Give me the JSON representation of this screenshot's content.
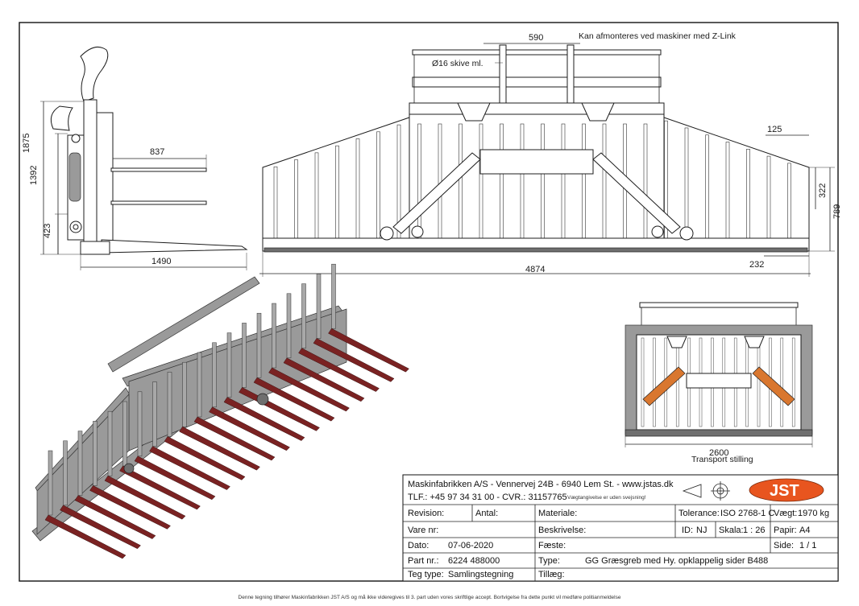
{
  "notes": {
    "z_link": "Kan afmonteres ved maskiner med Z-Link",
    "disc": "Ø16 skive ml.",
    "transport": "Transport stilling"
  },
  "dimensions": {
    "side_height": "1875",
    "side_frame": "1392",
    "side_low": "423",
    "tine_upper": "837",
    "tine_length": "1490",
    "top_width": "590",
    "end_width": "125",
    "end_height": "322",
    "total_height": "789",
    "bottom_offset": "232",
    "total_width": "4874",
    "transport_width": "2600"
  },
  "title_block": {
    "company": "Maskinfabrikken A/S - Vennervej 24B - 6940 Lem St. - www.jstas.dk",
    "phone": "TLF.: +45 97 34 31 00 - CVR.: 31157765",
    "weld_note": "Vægtangivelse er uden svejsning!",
    "logo": "JST",
    "revision_label": "Revision:",
    "antal_label": "Antal:",
    "materiale_label": "Materiale:",
    "tolerance_label": "Tolerance:",
    "tolerance_value": "ISO 2768-1 C",
    "weight_label": "Vægt:",
    "weight_value": "1970 kg",
    "varenr_label": "Vare nr:",
    "beskrivelse_label": "Beskrivelse:",
    "id_label": "ID:",
    "id_value": "NJ",
    "scale_label": "Skala:",
    "scale_value": "1 : 26",
    "paper_label": "Papir:",
    "paper_value": "A4",
    "date_label": "Dato:",
    "date_value": "07-06-2020",
    "faeste_label": "Fæste:",
    "side_label": "Side:",
    "side_value": "1 / 1",
    "partnr_label": "Part nr.:",
    "partnr_value": "6224 488000",
    "type_label": "Type:",
    "type_value": "GG Græsgreb med Hy. opklappelig sider B488",
    "tegtype_label": "Teg type:",
    "tegtype_value": "Samlingstegning",
    "tillaeg_label": "Tillæg:"
  },
  "footer": "Denne tegning tilhører Maskinfabrikken JST A/S og må ikke videregives til 3. part uden vores skriftlige accept. Bortvigelse fra dette punkt vil medføre politianmeldelse",
  "colors": {
    "tine": "#7a2222",
    "frame": "#9a9a9a",
    "cylinder": "#d9772f",
    "logo": "#e8551f"
  }
}
